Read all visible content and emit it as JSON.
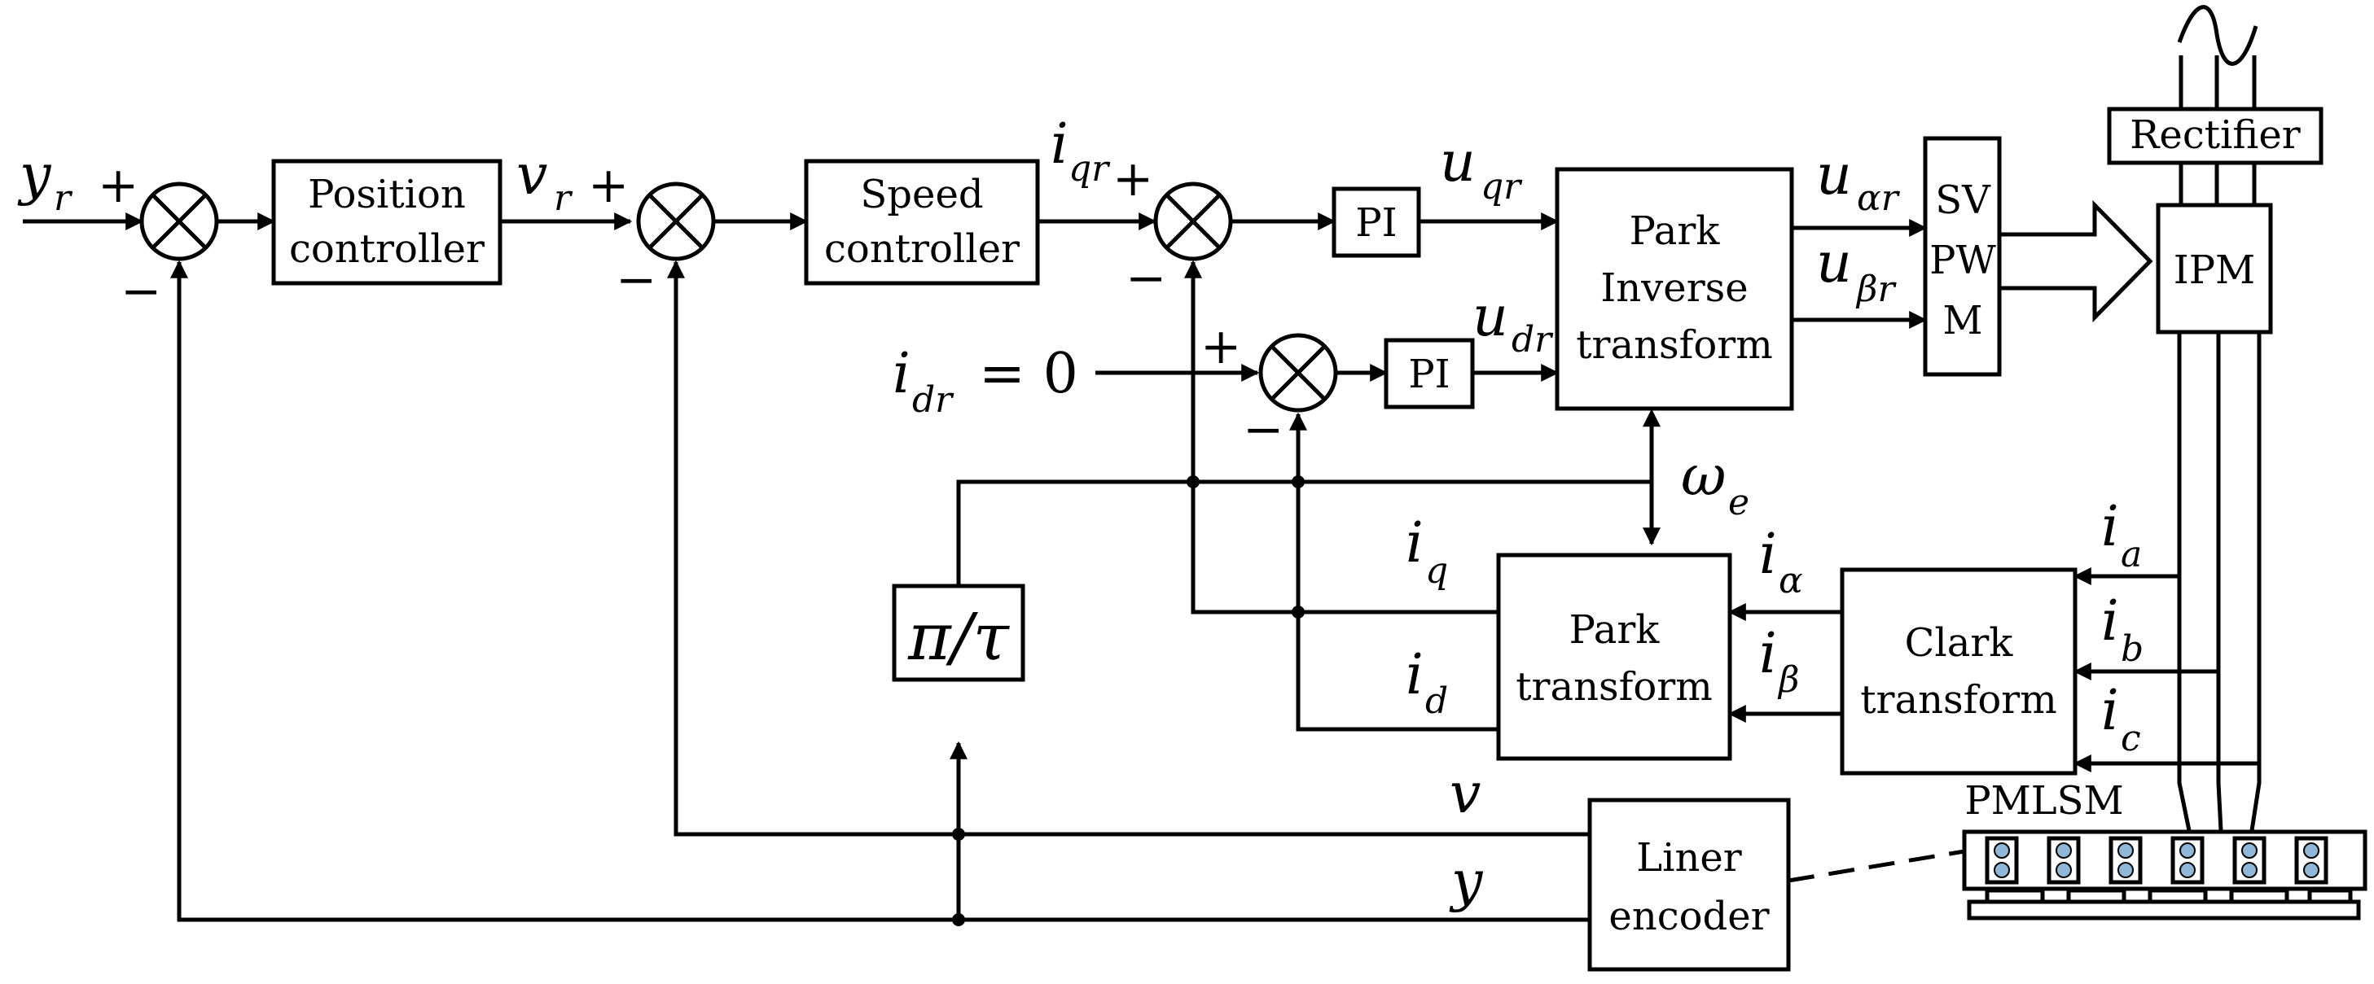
{
  "blocks": {
    "position_controller": [
      "Position",
      "controller"
    ],
    "speed_controller": [
      "Speed",
      "controller"
    ],
    "pi_q": "PI",
    "pi_d": "PI",
    "park_inverse": [
      "Park",
      "Inverse",
      "transform"
    ],
    "svpwm": [
      "SV",
      "PW",
      "M"
    ],
    "rectifier": "Rectifier",
    "ipm": "IPM",
    "park_transform": [
      "Park",
      "transform"
    ],
    "clark_transform": [
      "Clark",
      "transform"
    ],
    "pi_over_tau": "π/τ",
    "liner_encoder": [
      "Liner",
      "encoder"
    ],
    "motor": "PMLSM"
  },
  "signals": {
    "yr": {
      "base": "y",
      "sub": "r"
    },
    "vr": {
      "base": "v",
      "sub": "r"
    },
    "iqr": {
      "base": "i",
      "sub": "qr"
    },
    "idr": {
      "base": "i",
      "sub": "dr",
      "rest": "= 0"
    },
    "uqr": {
      "base": "u",
      "sub": "qr"
    },
    "udr": {
      "base": "u",
      "sub": "dr"
    },
    "ualpha_r": {
      "base": "u",
      "sub": "αr"
    },
    "ubeta_r": {
      "base": "u",
      "sub": "βr"
    },
    "omega_e": {
      "base": "ω",
      "sub": "e"
    },
    "iq": {
      "base": "i",
      "sub": "q"
    },
    "id": {
      "base": "i",
      "sub": "d"
    },
    "ialpha": {
      "base": "i",
      "sub": "α"
    },
    "ibeta": {
      "base": "i",
      "sub": "β"
    },
    "ia": {
      "base": "i",
      "sub": "a"
    },
    "ib": {
      "base": "i",
      "sub": "b"
    },
    "ic": {
      "base": "i",
      "sub": "c"
    },
    "v": "v",
    "y": "y"
  },
  "signs": {
    "plus": "+",
    "minus": "−"
  },
  "ac_source_symbol": "~"
}
